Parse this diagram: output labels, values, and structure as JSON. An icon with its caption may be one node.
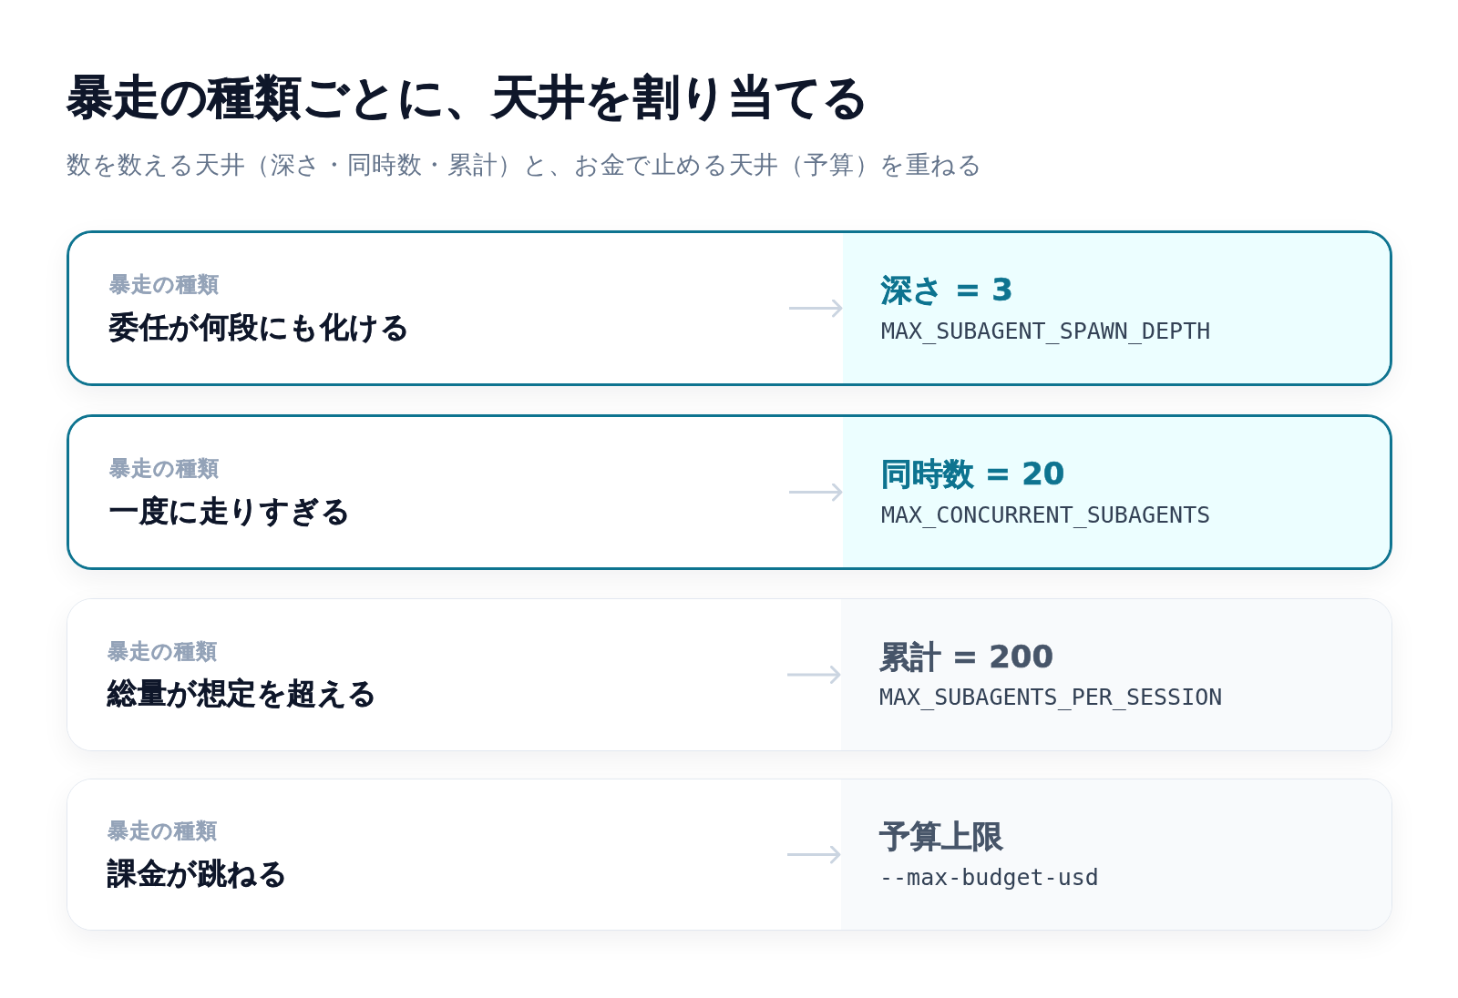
{
  "diagram": {
    "title": "暴走の種類ごとに、天井を割り当てる",
    "nodes": [
      {
        "text": [],
        "shape": "box"
      },
      {
        "text": [
          "暴走の種類",
          "委任が何段にも化ける"
        ],
        "in": 0
      },
      {
        "text": [
          "深さ = 3",
          "MAX_SUBAGENT_SPAWN_DEPTH"
        ],
        "in": 0
      },
      {
        "text": [],
        "shape": "box"
      },
      {
        "text": [
          "暴走の種類",
          "一度に走りすぎる"
        ],
        "in": 3
      },
      {
        "text": [
          "同時数 = 20",
          "MAX_CONCURRENT_SUBAGENTS"
        ],
        "in": 3
      },
      {
        "text": [],
        "shape": "box"
      },
      {
        "text": [
          "暴走の種類",
          "総量が想定を超える"
        ],
        "in": 6
      },
      {
        "text": [
          "累計 = 200",
          "MAX_SUBAGENTS_PER_SESSION"
        ],
        "in": 6
      },
      {
        "text": [],
        "shape": "box"
      },
      {
        "text": [
          "暴走の種類",
          "課金が跳ねる"
        ],
        "in": 9
      },
      {
        "text": [
          "予算上限",
          "--max-budget-usd"
        ],
        "in": 9
      }
    ],
    "edges": [
      {
        "from": 1,
        "to": 2,
        "arrow": "to"
      },
      {
        "from": 4,
        "to": 5,
        "arrow": "to"
      },
      {
        "from": 7,
        "to": 8,
        "arrow": "to"
      },
      {
        "from": 10,
        "to": 11,
        "arrow": "to"
      }
    ],
    "labels": [
      "数を数える天井（深さ・同時数・累計）と、お金で止める天井（予算）を重ねる"
    ]
  }
}
